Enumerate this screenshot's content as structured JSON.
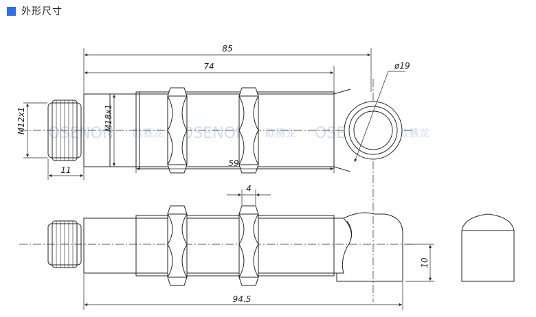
{
  "header": {
    "title": "外形尺寸",
    "accent_color": "#2d6df0"
  },
  "dimensions": {
    "overall_length": "85",
    "body_length": "74",
    "thread_length": "59",
    "connector_length": "11",
    "connector_thread": "M12x1",
    "body_thread": "M18x1",
    "elbow_diameter": "ø19",
    "nut_width": "4",
    "offset": "10",
    "total_length": "94.5"
  },
  "watermark": {
    "brand": "OSENON",
    "brand_cn": "欧赛龙"
  }
}
